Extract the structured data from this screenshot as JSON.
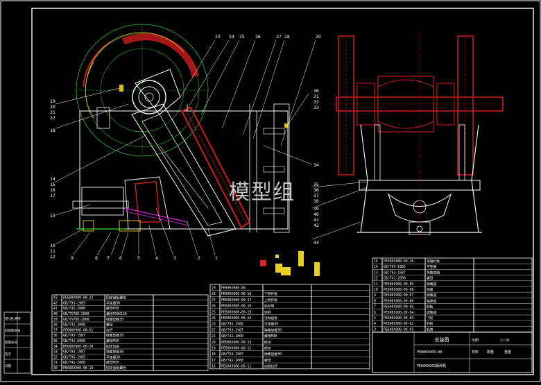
{
  "watermark": "模型组",
  "part_labels": [
    "23",
    "24",
    "25",
    "26",
    "27",
    "28",
    "29",
    "30",
    "31",
    "32",
    "33",
    "19",
    "20",
    "21",
    "22",
    "18",
    "34",
    "14",
    "15",
    "16",
    "17",
    "13",
    "35",
    "36",
    "37",
    "38",
    "39",
    "40",
    "41",
    "42",
    "43",
    "10",
    "11",
    "12",
    "9",
    "8",
    "7",
    "6",
    "5",
    "4",
    "3",
    "2",
    "1"
  ],
  "left_table": [
    [
      "43",
      "PE600X900-00-22",
      "固定齿板螺栓",
      ""
    ],
    [
      "42",
      "GB/T95-1985",
      "平垫圈30",
      ""
    ],
    [
      "41",
      "GB/T41-2000",
      "螺母M30",
      ""
    ],
    [
      "40",
      "GB/T5780-2000",
      "螺栓M30X150",
      ""
    ],
    [
      "39",
      "GB/T5780-2000",
      "弹簧垫圈30",
      ""
    ],
    [
      "38",
      "GB/T41-2000",
      "螺母",
      ""
    ],
    [
      "37",
      "PE600X900-00-21",
      "拉杆",
      ""
    ],
    [
      "36",
      "GB/T93-1987",
      "弹簧垫圈30",
      ""
    ],
    [
      "35",
      "GB/T41-2000",
      "螺母M30",
      ""
    ],
    [
      "34",
      "PE600X900-00-20",
      "固定齿板",
      ""
    ],
    [
      "33",
      "GB/T93-1987",
      "弹簧垫圈30",
      ""
    ],
    [
      "32",
      "GB/T95-1985",
      "平垫圈30",
      ""
    ],
    [
      "31",
      "GB/T41-2000",
      "螺母M30",
      ""
    ],
    [
      "30",
      "PE600X900-00-19",
      "固定齿板螺栓",
      ""
    ]
  ],
  "middle_table": [
    [
      "29",
      "PE600X900-00-",
      "",
      ""
    ],
    [
      "28",
      "PE600X900-00-18",
      "下侧护板",
      ""
    ],
    [
      "27",
      "PE600X900-00-17",
      "上侧护板",
      ""
    ],
    [
      "26",
      "PE600X900-00-16",
      "后动颚",
      ""
    ],
    [
      "25",
      "PE600X900-00-15",
      "动颚",
      ""
    ],
    [
      "24",
      "PE600X900-00-14",
      "活动齿板",
      ""
    ],
    [
      "23",
      "GB/T95-1985",
      "平垫圈30",
      ""
    ],
    [
      "22",
      "GB/T93-1987",
      "弹簧垫圈30",
      ""
    ],
    [
      "21",
      "GB/T41-2000",
      "螺母M30",
      ""
    ],
    [
      "20",
      "PE600X900-00-13",
      "楔块",
      ""
    ],
    [
      "19",
      "PE600X900-00-12",
      "楔块",
      ""
    ],
    [
      "18",
      "GB/T93-1987",
      "弹簧垫圈30",
      ""
    ],
    [
      "17",
      "GB/T41-2000",
      "螺母",
      ""
    ],
    [
      "16",
      "PE600X900-00-11",
      "动颚拉杆",
      ""
    ]
  ],
  "right_table": [
    [
      "15",
      "PE600X900-00-10",
      "滚轴衬板",
      ""
    ],
    [
      "14",
      "GB/T95-1985",
      "平垫圈",
      ""
    ],
    [
      "13",
      "GB/T93-1987",
      "弹簧垫圈",
      ""
    ],
    [
      "12",
      "GB/T41-2000",
      "螺母",
      ""
    ],
    [
      "11",
      "PE600X900-00-09",
      "弹簧座",
      ""
    ],
    [
      "10",
      "PE600X900-00-08",
      "弹簧",
      ""
    ],
    [
      "9",
      "PE600X900-00-07",
      "弹簧座",
      ""
    ],
    [
      "8",
      "PE600X900-00-06",
      "轴承盖",
      ""
    ],
    [
      "7",
      "PE600X900-00-05",
      "肋板",
      ""
    ],
    [
      "6",
      "PE600X900-00-04",
      "调整座",
      ""
    ],
    [
      "5",
      "PE600X900-00-03",
      "飞轮",
      ""
    ],
    [
      "4",
      "PE600X900-00-02",
      "封板",
      ""
    ],
    [
      "3",
      "PE600X900-00-01",
      "机架",
      ""
    ]
  ],
  "title_block": {
    "title": "总装图",
    "scale": "1:10",
    "code": "PE600X900-00",
    "product": "PE600X900破碎机",
    "weight_label": "重量",
    "scale_label": "比例",
    "material_label": "材料",
    "count_label": "数量"
  },
  "left_strip": [
    "借(通)用件",
    "旧底图总号",
    "底图总号",
    "签字",
    "日期"
  ]
}
